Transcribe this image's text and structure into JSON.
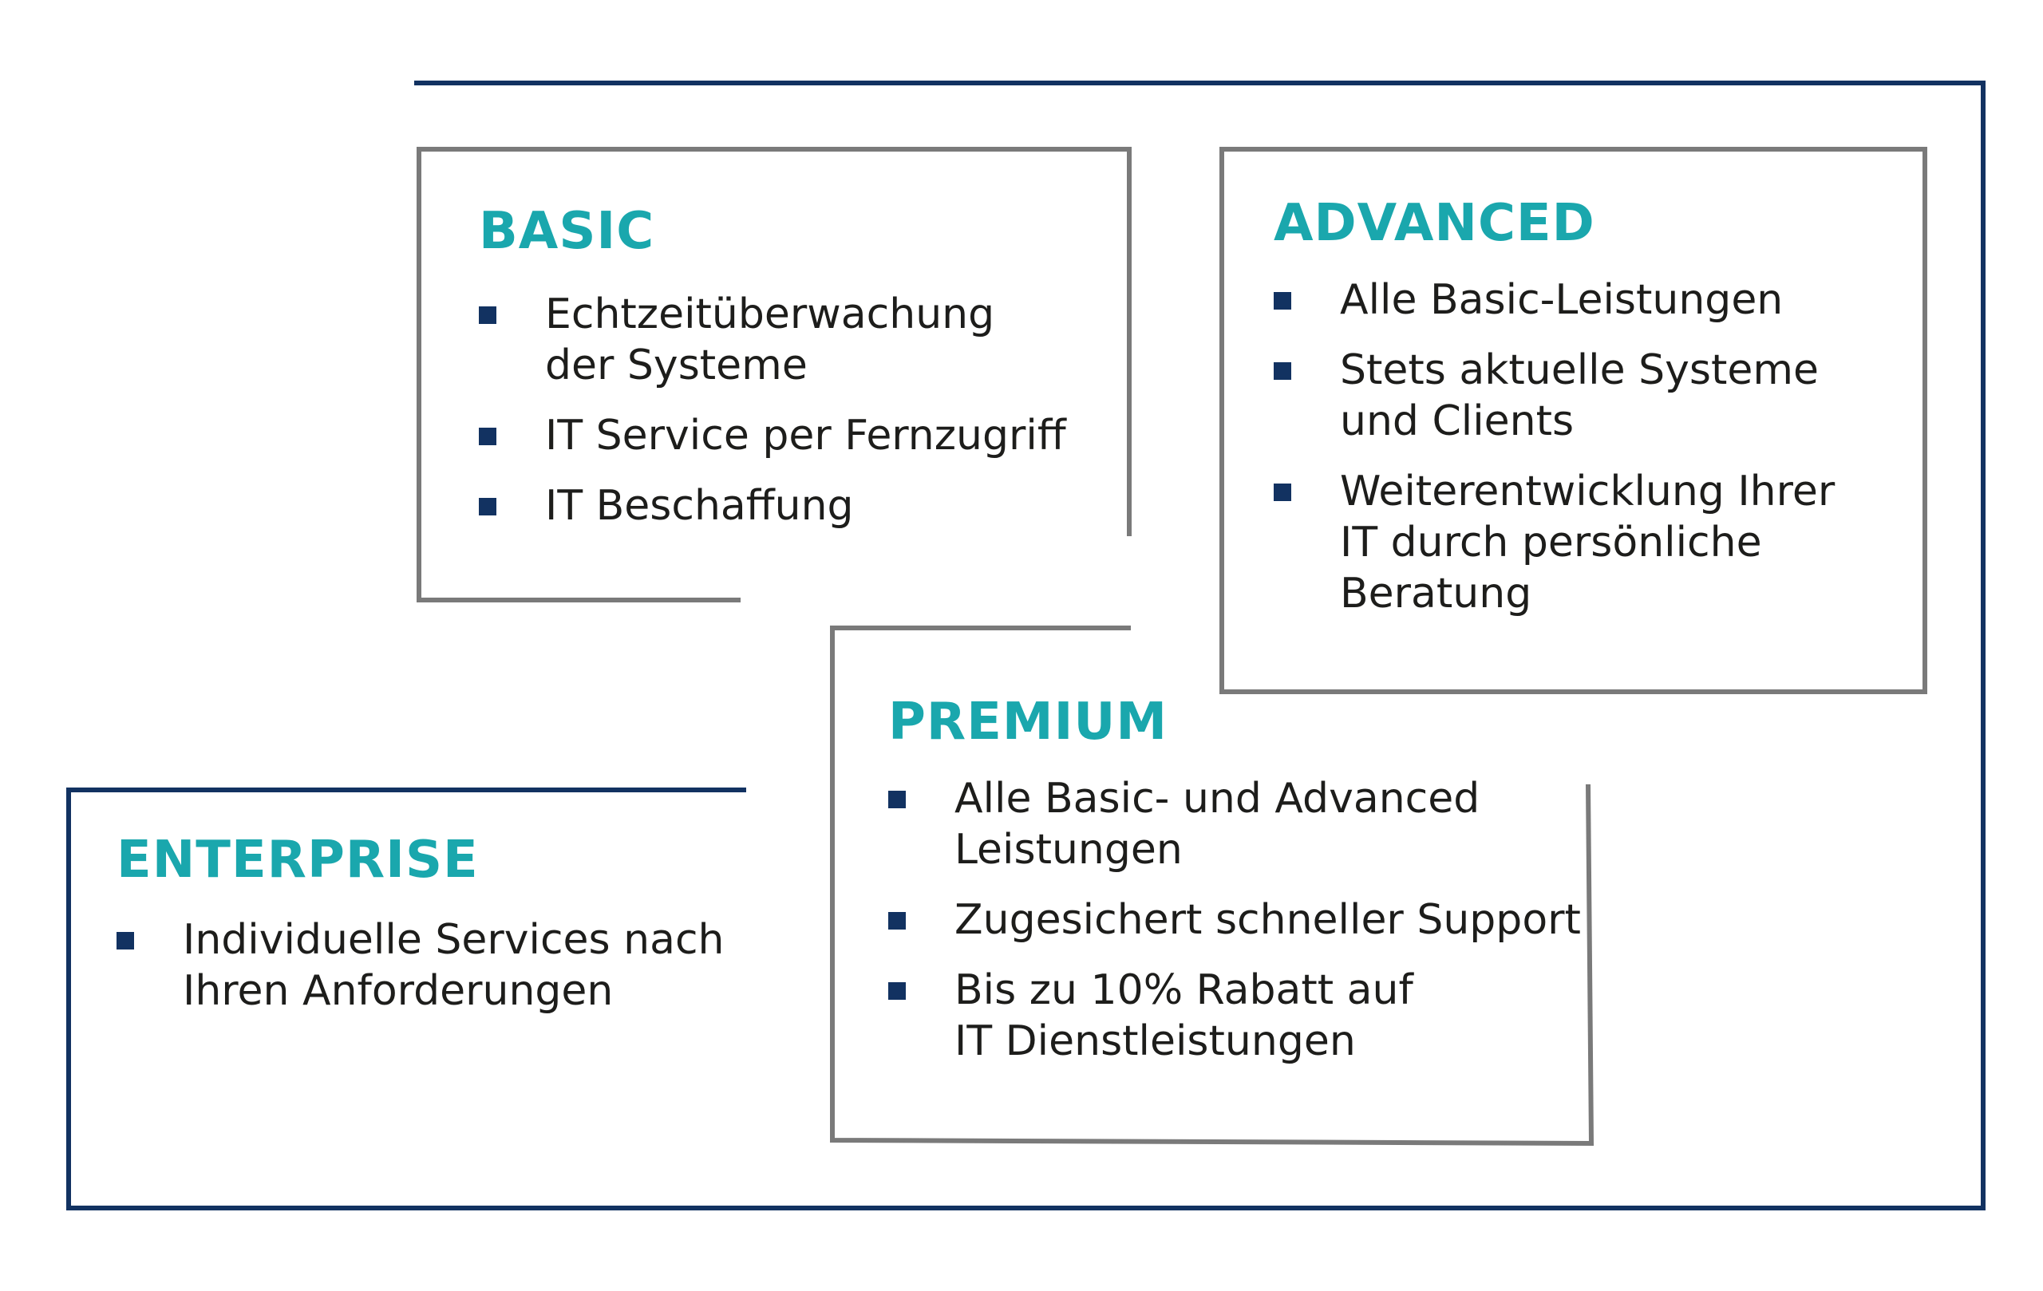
{
  "colors": {
    "title": "#1aa7ad",
    "outer_frame": "#123261",
    "inner_frame": "#7a7a7a",
    "bullet": "#123261",
    "text": "#1d1d1b"
  },
  "basic": {
    "title": "BASIC",
    "items": [
      [
        "Echtzeitüberwachung",
        "der Systeme"
      ],
      [
        "IT Service per Fernzugriff"
      ],
      [
        "IT Beschaffung"
      ]
    ]
  },
  "advanced": {
    "title": "ADVANCED",
    "items": [
      [
        "Alle Basic-Leistungen"
      ],
      [
        "Stets aktuelle Systeme",
        "und Clients"
      ],
      [
        "Weiterentwicklung Ihrer",
        "IT durch persönliche",
        "Beratung"
      ]
    ]
  },
  "premium": {
    "title": "PREMIUM",
    "items": [
      [
        "Alle Basic- und Advanced",
        "Leistungen"
      ],
      [
        "Zugesichert schneller Support"
      ],
      [
        "Bis zu 10% Rabatt auf",
        "IT Dienstleistungen"
      ]
    ]
  },
  "enterprise": {
    "title": "ENTERPRISE",
    "items": [
      [
        "Individuelle Services nach",
        "Ihren Anforderungen"
      ]
    ]
  }
}
